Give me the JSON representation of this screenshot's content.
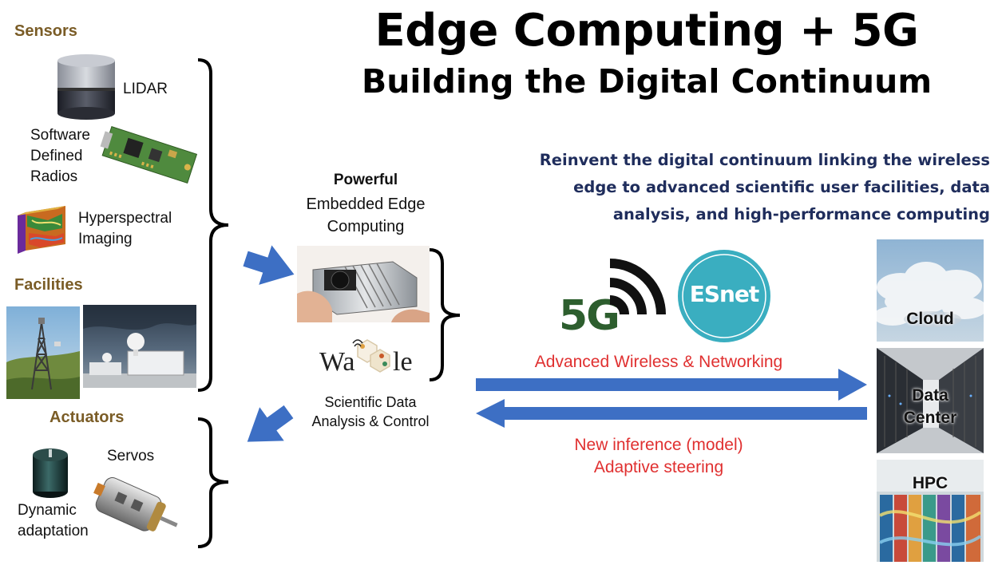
{
  "title": {
    "line1": "Edge Computing + 5G",
    "line2": "Building the Digital Continuum"
  },
  "sensors": {
    "heading": "Sensors",
    "lidar": "LIDAR",
    "sdr": [
      "Software",
      "Defined",
      "Radios"
    ],
    "hyperspectral": [
      "Hyperspectral",
      "Imaging"
    ]
  },
  "facilities": {
    "heading": "Facilities"
  },
  "actuators": {
    "heading": "Actuators",
    "servos": "Servos",
    "dynamic": [
      "Dynamic",
      "adaptation"
    ]
  },
  "edge": {
    "powerful": "Powerful",
    "embedded": [
      "Embedded Edge",
      "Computing"
    ],
    "waggle": "Waggle",
    "analysis": [
      "Scientific Data",
      "Analysis & Control"
    ]
  },
  "tagline": [
    "Reinvent the digital continuum linking the wireless",
    "edge to advanced scientific user facilities, data",
    "analysis, and high-performance computing"
  ],
  "network": {
    "fiveg": "5G",
    "esnet": "ESnet",
    "wireless": "Advanced Wireless & Networking",
    "return": [
      "New inference (model)",
      "Adaptive steering"
    ]
  },
  "targets": {
    "cloud": "Cloud",
    "datacenter": [
      "Data",
      "Center"
    ],
    "hpc": "HPC"
  },
  "colors": {
    "title": "#000000",
    "section": "#7a5c26",
    "tagline": "#1f2d5c",
    "network_text": "#e03030",
    "arrow": "#3d6fc4",
    "esnet": "#3aaec0",
    "fiveg": "#2d5e2e"
  },
  "icons": [
    "lidar-image",
    "sdr-board-image",
    "hyperspectral-cube-image",
    "tower-image",
    "radar-facility-image",
    "knob-image",
    "motor-image",
    "edge-device-image",
    "wifi-icon",
    "esnet-logo",
    "cloud-image",
    "datacenter-image",
    "hpc-image"
  ]
}
